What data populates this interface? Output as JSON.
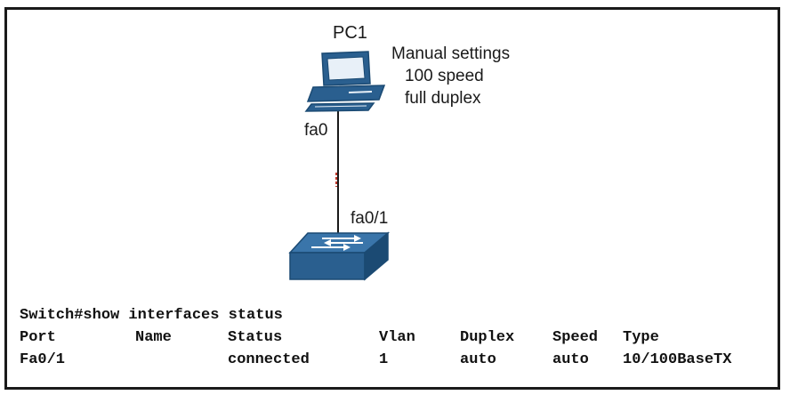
{
  "diagram": {
    "pc_name": "PC1",
    "pc_note": [
      "Manual settings",
      "100 speed",
      "full duplex"
    ],
    "pc_port": "fa0",
    "switch_port": "fa0/1",
    "colors": {
      "device_blue": "#2a5f8f",
      "device_dark": "#1b4a73",
      "link": "#1a1a1a",
      "link_marker": "#c0392b"
    }
  },
  "cli": {
    "command": "Switch#show interfaces status",
    "headers": [
      "Port",
      "Name",
      "Status",
      "Vlan",
      "Duplex",
      "Speed",
      "Type"
    ],
    "rows": [
      [
        "Fa0/1",
        "",
        "connected",
        "1",
        "auto",
        "auto",
        "10/100BaseTX"
      ]
    ]
  }
}
